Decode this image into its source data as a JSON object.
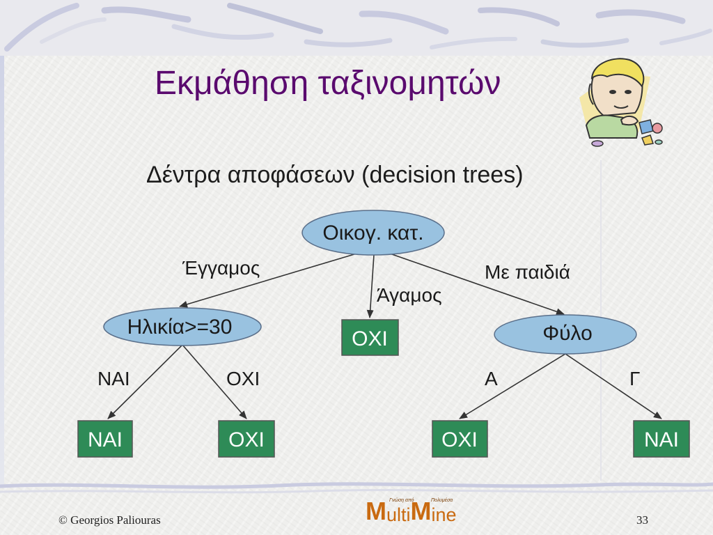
{
  "slide": {
    "title": "Εκμάθηση ταξινομητών",
    "subtitle": "Δέντρα αποφάσεων (decision trees)"
  },
  "tree": {
    "root": "Οικογ. κατ.",
    "branches": {
      "married": "Έγγαμος",
      "single": "Άγαμος",
      "with_children": "Με παιδιά"
    },
    "age_node": "Ηλικία>=30",
    "single_leaf": "ΟΧΙ",
    "sex_node": "Φύλο",
    "age_branches": {
      "yes": "ΝΑΙ",
      "no": "ΟΧΙ"
    },
    "sex_branches": {
      "a": "Α",
      "g": "Γ"
    },
    "leaves": {
      "age_yes": "ΝΑΙ",
      "age_no": "ΟΧΙ",
      "sex_a": "ΟΧΙ",
      "sex_g": "ΝΑΙ"
    },
    "colors": {
      "ellipse_fill": "#99c2e0",
      "leaf_fill": "#2e8b57",
      "leaf_text": "#ffffff",
      "edge": "#333333"
    }
  },
  "footer": {
    "copyright": "© Georgios Paliouras",
    "page_number": "33",
    "logo": {
      "m1": "M",
      "ulti": "ulti",
      "m2": "M",
      "ine": "ine",
      "tag1": "Γνώση από",
      "tag2": "Πολυμέσα"
    }
  },
  "colors": {
    "title": "#5a0a6e",
    "logo": "#c96a10"
  }
}
